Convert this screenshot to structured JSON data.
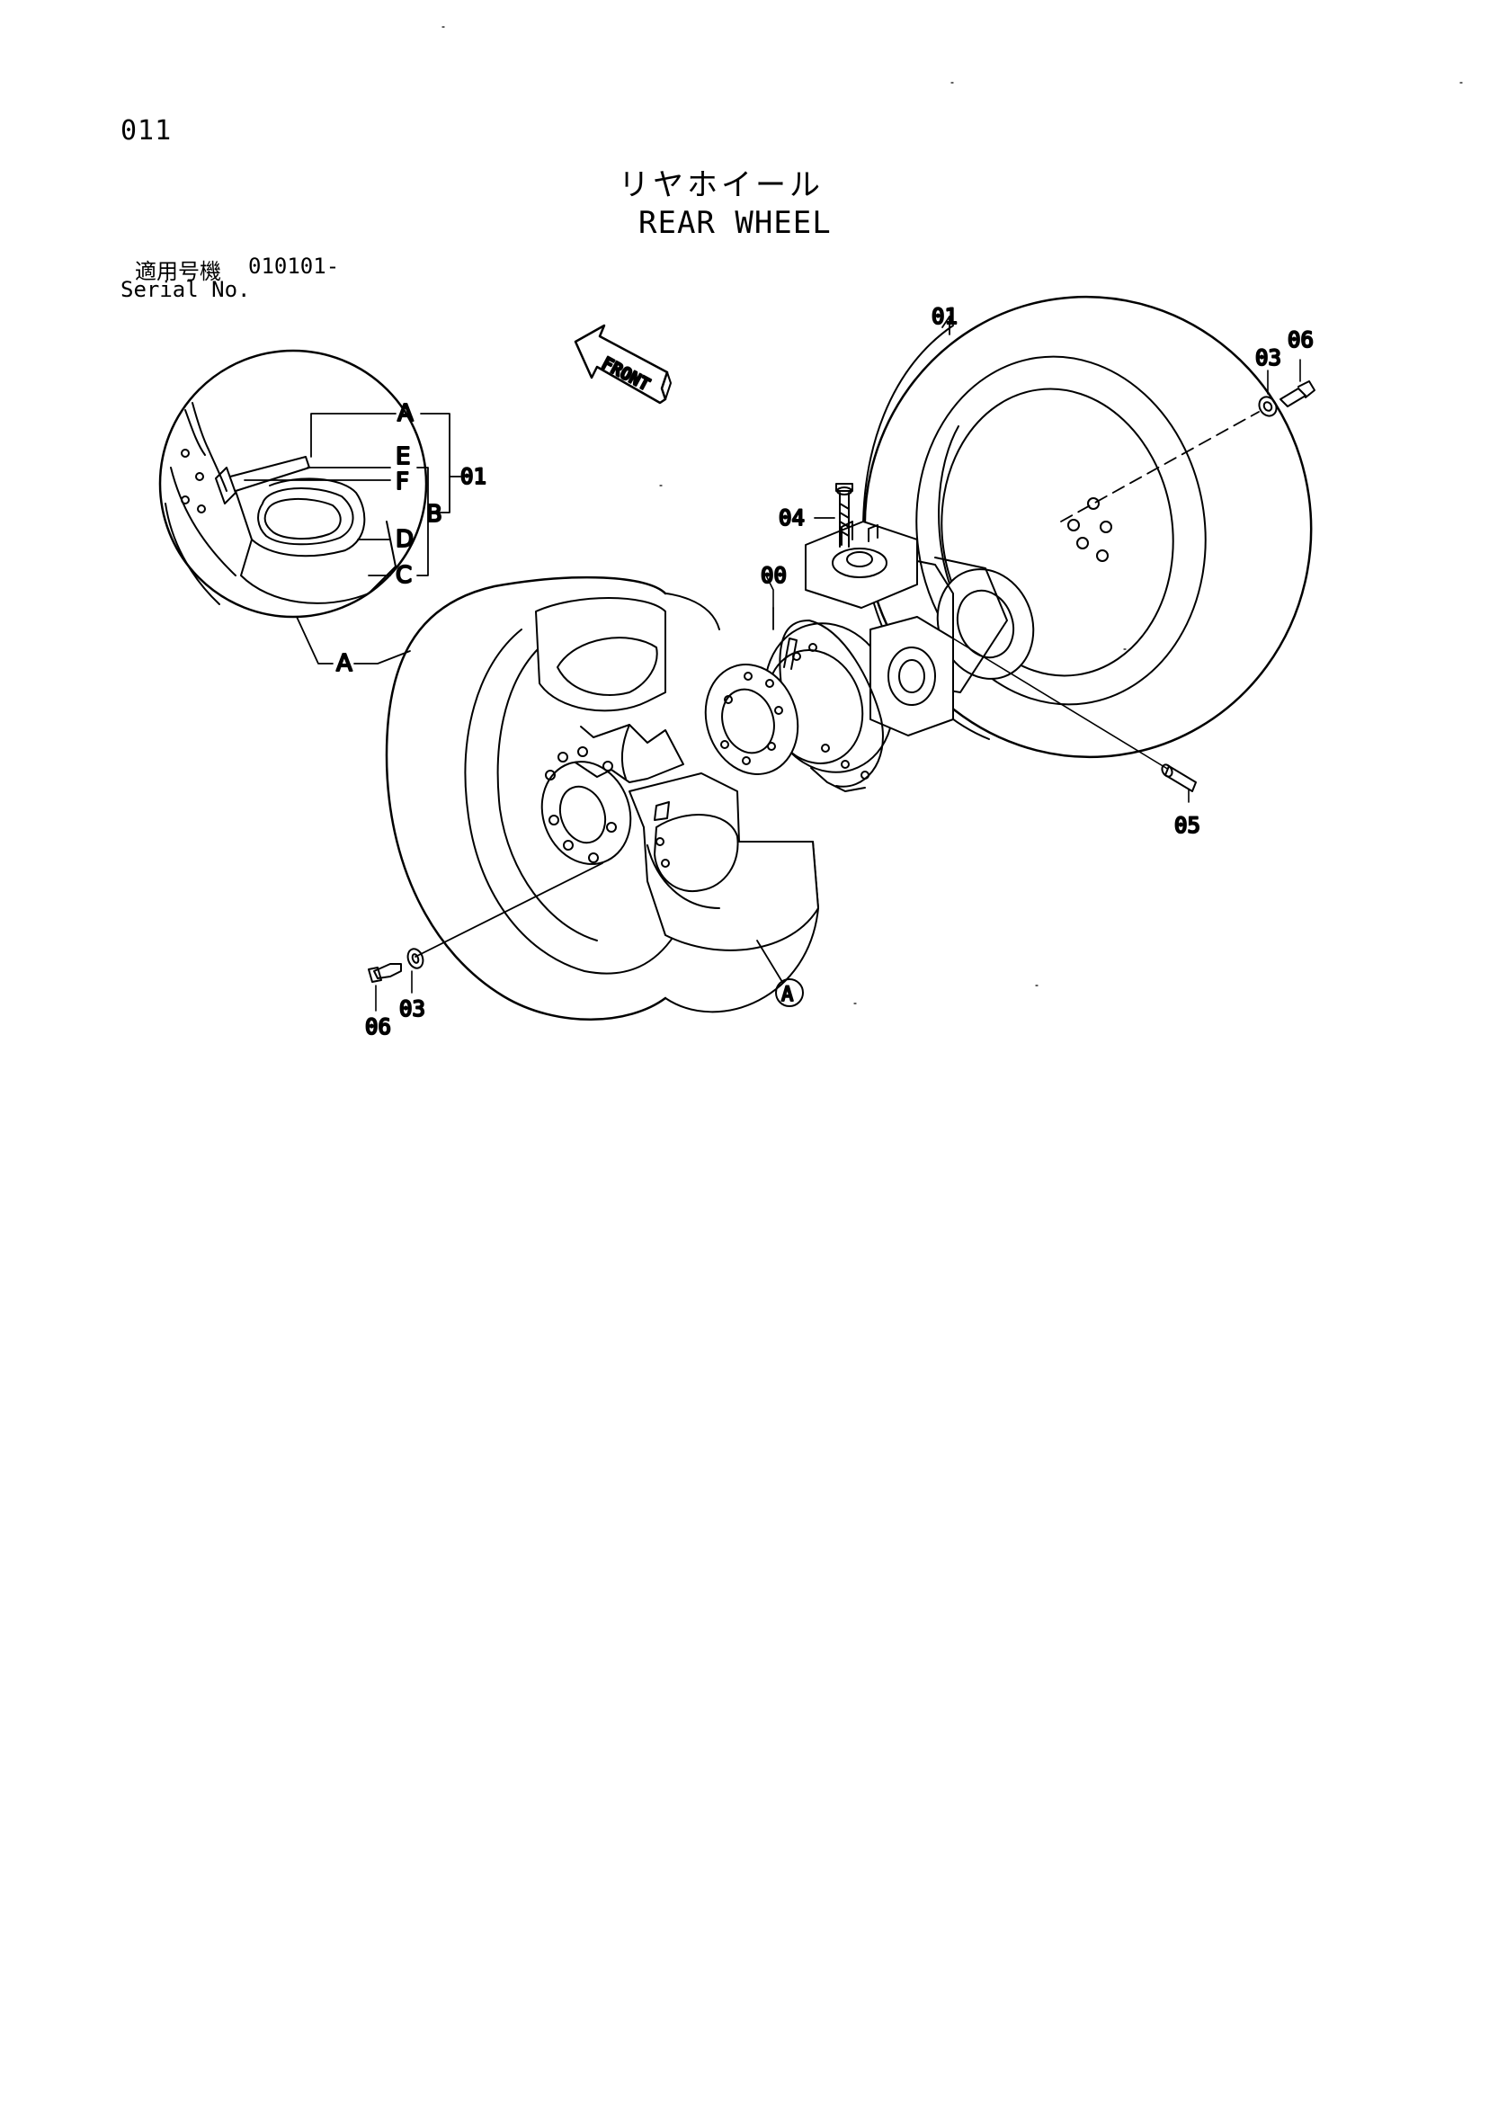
{
  "page": {
    "number": "011",
    "title_jp": "リヤホイール",
    "title_en": "REAR WHEEL",
    "serial_label_jp": "適用号機",
    "serial_value": "010101-",
    "serial_label_en": "Serial No."
  },
  "diagram": {
    "front_arrow_label": "FRONT",
    "part_callouts": {
      "p00": "00",
      "p01": "01",
      "p03_left": "03",
      "p03_right": "03",
      "p04": "04",
      "p05": "05",
      "p06_left": "06",
      "p06_right": "06"
    },
    "detail_callouts": {
      "a_top": "A",
      "a_bottom": "A",
      "b": "B",
      "c": "C",
      "d": "D",
      "e": "E",
      "f": "F",
      "ref_01": "01",
      "circle_a": "A"
    }
  }
}
